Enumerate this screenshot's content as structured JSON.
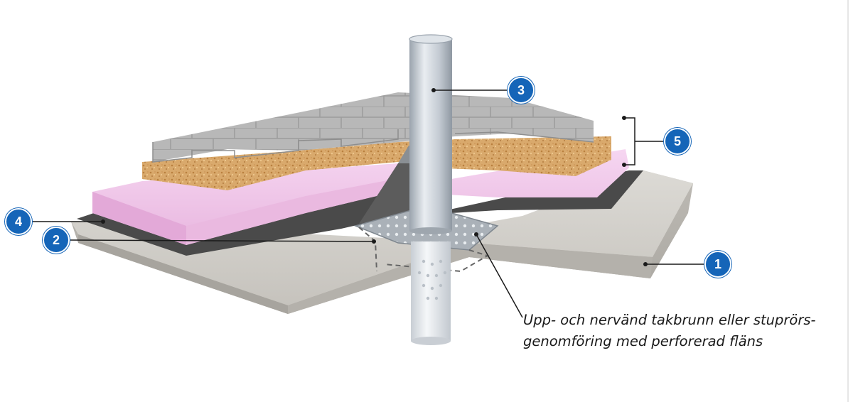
{
  "callouts": [
    {
      "id": "1",
      "label": "1"
    },
    {
      "id": "2",
      "label": "2"
    },
    {
      "id": "3",
      "label": "3"
    },
    {
      "id": "4",
      "label": "4"
    },
    {
      "id": "5",
      "label": "5"
    }
  ],
  "caption": {
    "line1": "Upp- och nervänd takbrunn eller stuprörs-",
    "line2": "genomföring med perforerad fläns"
  },
  "colors": {
    "badge": "#1565b8",
    "concrete": "#c9c7c2",
    "membrane": "#4a4a4a",
    "insulation": "#f0c8ea",
    "sand": "#d6a468",
    "pavers": "#b9b9b9",
    "pipe": "#c7ced6"
  }
}
